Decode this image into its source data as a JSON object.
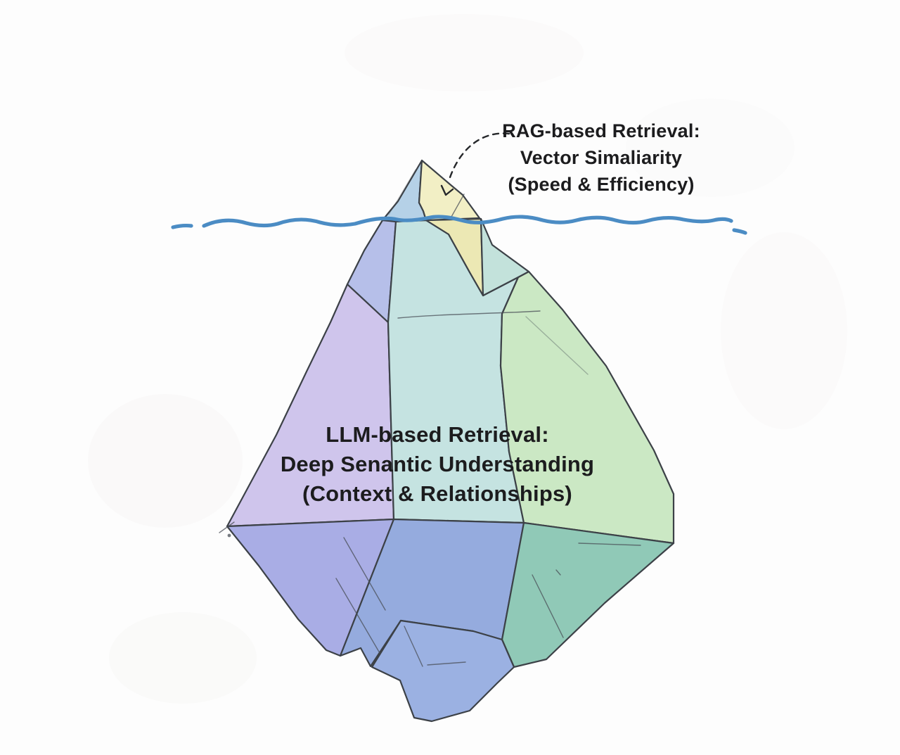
{
  "diagram": {
    "title": "Iceberg comparison of retrieval approaches",
    "type": "iceberg-diagram"
  },
  "annotations": {
    "rag": {
      "lines": [
        "RAG-based Retrieval:",
        "Vector Simaliarity",
        "(Speed & Efficiency)"
      ]
    },
    "llm": {
      "lines": [
        "LLM-based Retrieval:",
        "Deep Senantic Understanding",
        "(Context & Relationships)"
      ]
    }
  },
  "colors": {
    "background": "#fdfdfd",
    "ink": "#3c4147",
    "detail": "#4a4f57",
    "arrow": "#26282b",
    "water": "#4b8cc4",
    "text": "#1c1c1e",
    "blob": "#9c9488",
    "facets": {
      "tip_blue": "#b5d1e7",
      "tip_yellow": "#f2efc5",
      "yellow_below": "#ece8b4",
      "teal_corner": "#c3e2db",
      "teal_center": "#c5e3e1",
      "strip": "#b6bfe9",
      "lavender": "#cfc5ec",
      "lavender_bottom": "#a9ade5",
      "blue_lower": "#95abde",
      "tail": "#9bb1e2",
      "teal_lower": "#90c9b7",
      "green": "#cbe8c4"
    }
  }
}
